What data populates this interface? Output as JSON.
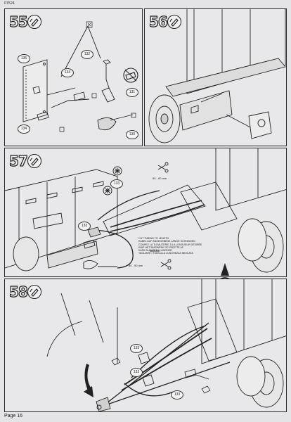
{
  "document": {
    "code": "07524",
    "page_label": "Page 16"
  },
  "steps": [
    {
      "number": "55",
      "parts": [
        "135",
        "132",
        "134",
        "131",
        "134",
        "130"
      ]
    },
    {
      "number": "56",
      "parts": []
    },
    {
      "number": "57",
      "parts": [
        "133",
        "133"
      ],
      "dimension_top": "80 - 90 mm",
      "dimension_bottom": "80 - 90 mm",
      "tubing_note": [
        "CUT TUBING TO LENGTH",
        "KABEL AUF ANGEGEBENE LÄNGE SCHNEIDEN",
        "COUPEZ LA TUYAUTERIE À LA LONGUEUR DÉSIRÉE",
        "KNIP HET BUISWERK OP GROTTE AF",
        "KAPA SLANGEN I LÄNGDER",
        "TAGLIARE I TUBI ALLA LUNGHEZZA INDICATA"
      ]
    },
    {
      "number": "58",
      "parts": [
        "133",
        "133",
        "133"
      ]
    }
  ],
  "colors": {
    "paper": "#e4e3e5",
    "ink": "#1e1e1e"
  }
}
